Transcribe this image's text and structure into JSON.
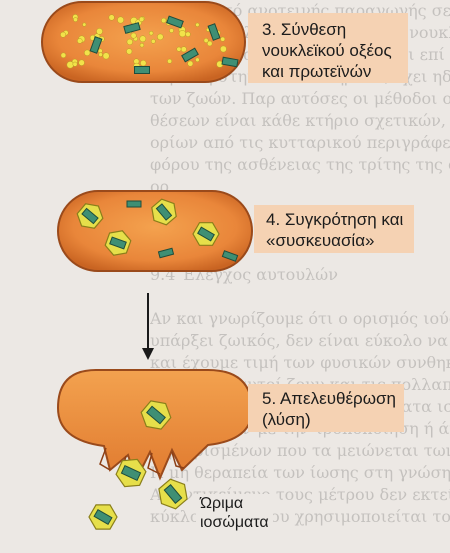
{
  "steps": [
    {
      "label_lines": [
        "3. Σύνθεση",
        "νουκλεϊκού οξέος",
        "και πρωτεϊνών"
      ]
    },
    {
      "label_lines": [
        "4. Συγκρότηση και",
        "«συσκευασία»"
      ]
    },
    {
      "label_lines": [
        "5. Απελευθέρωση",
        "(λύση)"
      ]
    }
  ],
  "mature_label_lines": [
    "Ώριμα",
    "ιοσώματα"
  ],
  "bleed_through_lines": [
    "ματος ποτό ανοτεινής παραγωγής σε",
    "και πολλαπλασιασμό του ιικού νουκλεϊκού",
    "και ανάμεσα στη λειτουργία και επί είναι",
    "στρωση στην οποία πλήρωνε, έχει ηδά το",
    "των ζωών. Παρ αυτόσες οι μέθοδοι οδηγο",
    "θέσεων είναι κάθε κτήριο σχετικών, πρ",
    "ορίων από τις κυτταρικού περιγράφε πε",
    "φόρου της ασθένειας της τρίτης της ομάδ",
    "ορ",
    "",
    "",
    "",
    "  9.4 Έλεγχος αυτουλών",
    "",
    "Αν και γνωρίζουμε ότι ο ορισμός ιούς για να",
    "υπάρξει ζωικός, δεν είναι εύκολο να προσδιορ",
    "και έχουμε τιμή των φυσικών συνθηκών ομοι",
    "τον τρόπο αυτοί ζουν και τις πολλαπλασια",
    "λίγες οι τιμές λοιπές με πρόσφατα ισχύει",
    "παραγόντων με την τροποποίηση ή άμεσα",
    "περιορισμένων που τα μειώνεται των να μονο",
    "Η μη θεραπεία των ίωσης στη γνώση",
    "Α. Αντικείμενο τους μέτρου δεν εκτείνονται",
    "κύκλου ζωής που χρησιμοποιείται το κύτταρο"
  ]
}
